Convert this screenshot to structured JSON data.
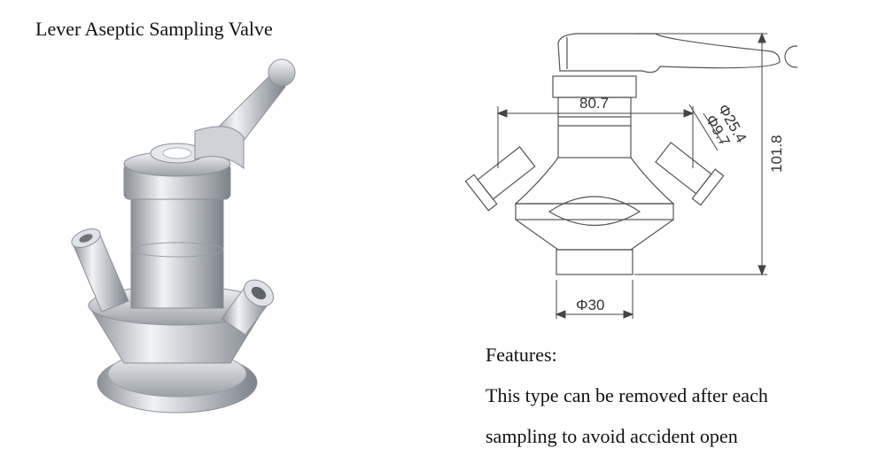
{
  "document": {
    "title": "Lever Aseptic Sampling Valve"
  },
  "drawing": {
    "dim_width": "80.7",
    "dim_outer_dia": "Φ25.4",
    "dim_inner_dia": "Φ9.7",
    "dim_height": "101.8",
    "dim_bottom_dia": "Φ30"
  },
  "features": {
    "heading": "Features:",
    "line_1": "This type can be removed after each",
    "line_2": "sampling to avoid accident open"
  },
  "colors": {
    "steel_light": "#f2f3f5",
    "steel_mid": "#c3c7cc",
    "steel_dark": "#8a8f96",
    "line_art": "#555555"
  }
}
